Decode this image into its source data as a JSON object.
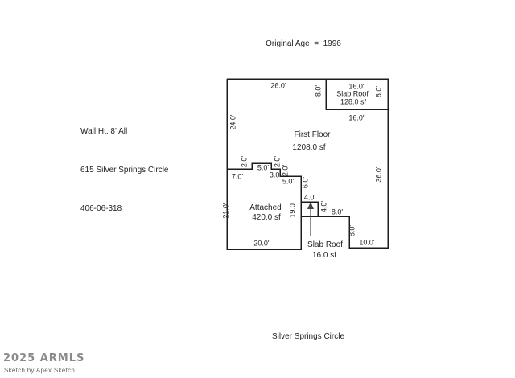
{
  "title": {
    "original_age": "Original Age  =  1996"
  },
  "property_info": {
    "wall_height": "Wall Ht. 8' All",
    "address": "615 Silver Springs Circle",
    "parcel_number": "406-06-318"
  },
  "street_label": "Silver Springs Circle",
  "watermark": {
    "year_org": "2025 ARMLS",
    "credit": "Sketch by Apex Sketch"
  },
  "areas": {
    "first_floor_name": "First Floor",
    "first_floor_area": "1208.0 sf",
    "attached_name": "Attached",
    "attached_area": "420.0 sf",
    "slab_roof_top_name": "Slab Roof",
    "slab_roof_top_area": "128.0 sf",
    "slab_roof_small_name": "Slab Roof",
    "slab_roof_small_area": "16.0 sf"
  },
  "dimensions": {
    "top_first_floor": "26.0'",
    "slab_top_width": "16.0'",
    "slab_left_depth": "8.0'",
    "slab_right_depth": "8.0'",
    "below_slab_width": "16.0'",
    "left_upper": "24.0'",
    "right_side": "36.0'",
    "step_up_left": "2.0'",
    "bump_width": "5.0'",
    "bump_right_down": "2.0'",
    "step_down_2": "2.0'",
    "left_step": "7.0'",
    "mid_step": "3.0'",
    "lower_step": "5.0'",
    "garage_border": "6.0'",
    "small_box_top": "4.0'",
    "small_box_right": "4.0'",
    "notch_width": "8.0'",
    "notch_depth": "8.0'",
    "bottom_right_width": "10.0'",
    "attached_left": "21.0'",
    "attached_right": "19.0'",
    "attached_bottom": "20.0'"
  },
  "colors": {
    "background": "#ffffff",
    "wall": "#1c1c1c",
    "text": "#1f1f1f",
    "watermark_primary": "#8a8a8a",
    "watermark_secondary": "#666666"
  }
}
